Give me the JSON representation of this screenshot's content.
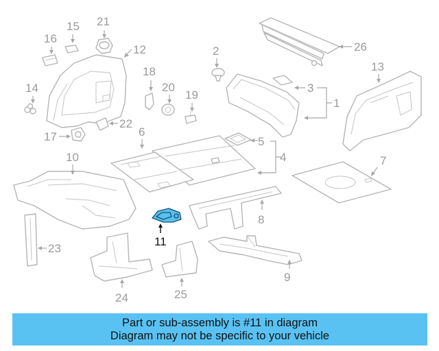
{
  "diagram": {
    "callouts": [
      "1",
      "2",
      "3",
      "4",
      "5",
      "6",
      "7",
      "8",
      "9",
      "10",
      "11",
      "12",
      "13",
      "14",
      "15",
      "16",
      "17",
      "18",
      "19",
      "20",
      "21",
      "22",
      "23",
      "24",
      "25",
      "26"
    ],
    "highlighted_part": "11",
    "highlight_color": "#57c0ee"
  },
  "banner": {
    "line1": "Part or sub-assembly is #11 in diagram",
    "line2": "Diagram may not be specific to your vehicle",
    "background": "#59c2f3"
  }
}
